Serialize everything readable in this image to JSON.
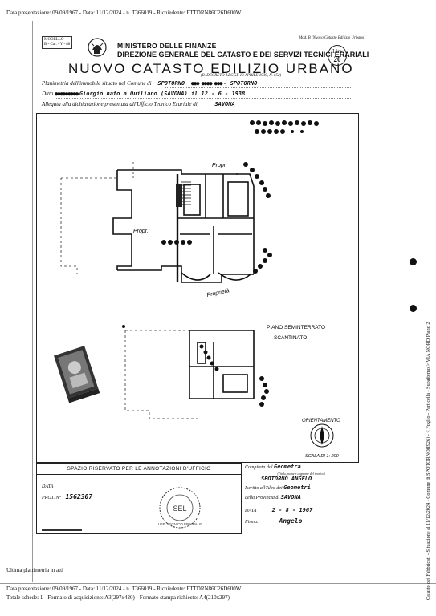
{
  "top_header": "Data presentazione: 09/09/1967 - Data: 11/12/2024 - n. T366019 - Richiedente: PTTDRN86C26D600W",
  "form": {
    "model": "MODELLO",
    "model_code": "B - Cat. - Y - 88",
    "ministry": "MINISTERO DELLE FINANZE",
    "direction": "DIREZIONE GENERALE DEL CATASTO E DEI SERVIZI TECNICI ERARIALI",
    "title": "NUOVO CATASTO EDILIZIO URBANO",
    "decree": "(R. DECRETO-LEGGE 13 APRILE 1939, N. 652)",
    "mod_ref": "Mod. B (Nuovo Catasto Edilizio Urbano)",
    "stamp_line1": "Lire",
    "stamp_line2": "20",
    "planimetria_label": "Planimetria dell'immobile situato nel Comune di",
    "comune_value": "SPOTORNO",
    "comune_extra": "- SPOTORNO",
    "ditta_label": "Ditta",
    "ditta_value": "Giorgio nato a Quiliano (SAVONA) il 12 - 6 - 1938",
    "allegata_label": "Allegata alla dichiarazione presentata all'Ufficio Tecnico Erariale di",
    "ufficio_value": "SAVONA"
  },
  "drawing": {
    "propr_top": "Propr.",
    "propr_left": "Propr.",
    "proprieta": "Proprietà",
    "piano_label": "PIANO  SEMINTERRATO",
    "scantinato": "SCANTINATO",
    "orientamento": "ORIENTAMENTO",
    "scala": "SCALA DI 1: 200"
  },
  "office": {
    "header": "SPAZIO RISERVATO PER LE ANNOTAZIONI D'UFFICIO",
    "data_label": "DATA",
    "prot_label": "PROT. N°",
    "prot_value": "1562307",
    "seal_text": "UFF. TECNICO ERARIALE"
  },
  "compiler": {
    "compilata_label": "Compilata dal",
    "compilata_value": "Geometra",
    "compilata_note": "(Titolo, nome e cognome del tecnico)",
    "name_value": "SPOTORNO ANGELO",
    "iscritto_label": "Iscritto all'Albo dei",
    "albo_value": "Geometri",
    "provincia_label": "della Provincia di",
    "provincia_value": "SAVONA",
    "data_label": "DATA",
    "data_value": "2 - 8 - 1967",
    "firma_label": "Firma:",
    "firma_value": "Angelo"
  },
  "right_margin": "Catasto dei Fabbricati - Situazione al 11/12/2024 - Comune di SPOTORNO(I926) - < Foglio   - Particella   - Subalterno   >  VIA   NORD   Piano 2",
  "footer": {
    "note": "Ultima planimetria in atti",
    "line1": "Data presentazione: 09/09/1967 - Data: 11/12/2024 - n. T366019 - Richiedente: PTTDRN86C26D600W",
    "line2": "Totale schede: 1 - Formato di acquisizione: A3(297x420) - Formato stampa richiesto: A4(210x297)"
  }
}
